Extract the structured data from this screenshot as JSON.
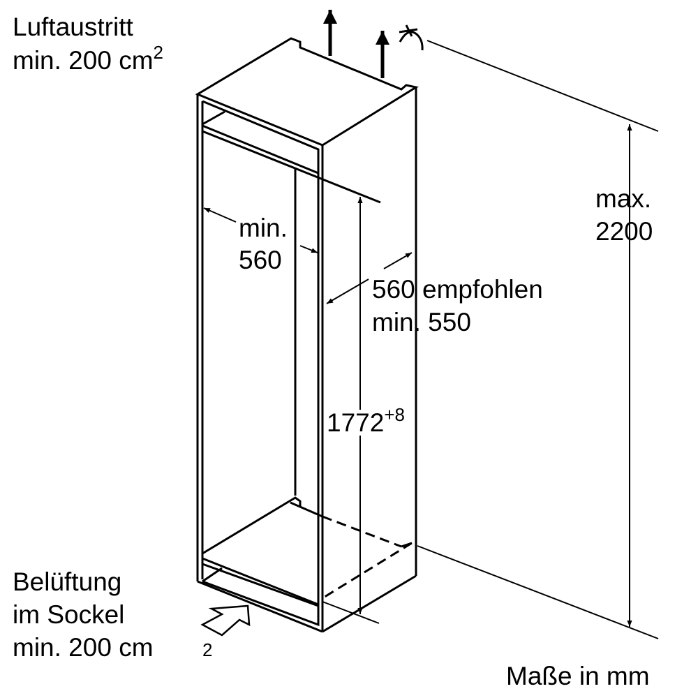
{
  "labels": {
    "air_outlet_line1": "Luftaustritt",
    "air_outlet_line2": "min. 200 cm",
    "air_outlet_sup": "2",
    "max_height_line1": "max.",
    "max_height_line2": "2200",
    "width_line1": "min.",
    "width_line2": "560",
    "depth_line1": "560 empfohlen",
    "depth_line2": "min. 550",
    "niche_height": "1772",
    "niche_height_tolerance": "+8",
    "ventilation_line1": "Belüftung",
    "ventilation_line2": "im Sockel",
    "ventilation_line3": "min. 200 cm",
    "ventilation_sup": "2",
    "units": "Maße in mm"
  },
  "colors": {
    "line": "#000000",
    "background": "#ffffff"
  }
}
